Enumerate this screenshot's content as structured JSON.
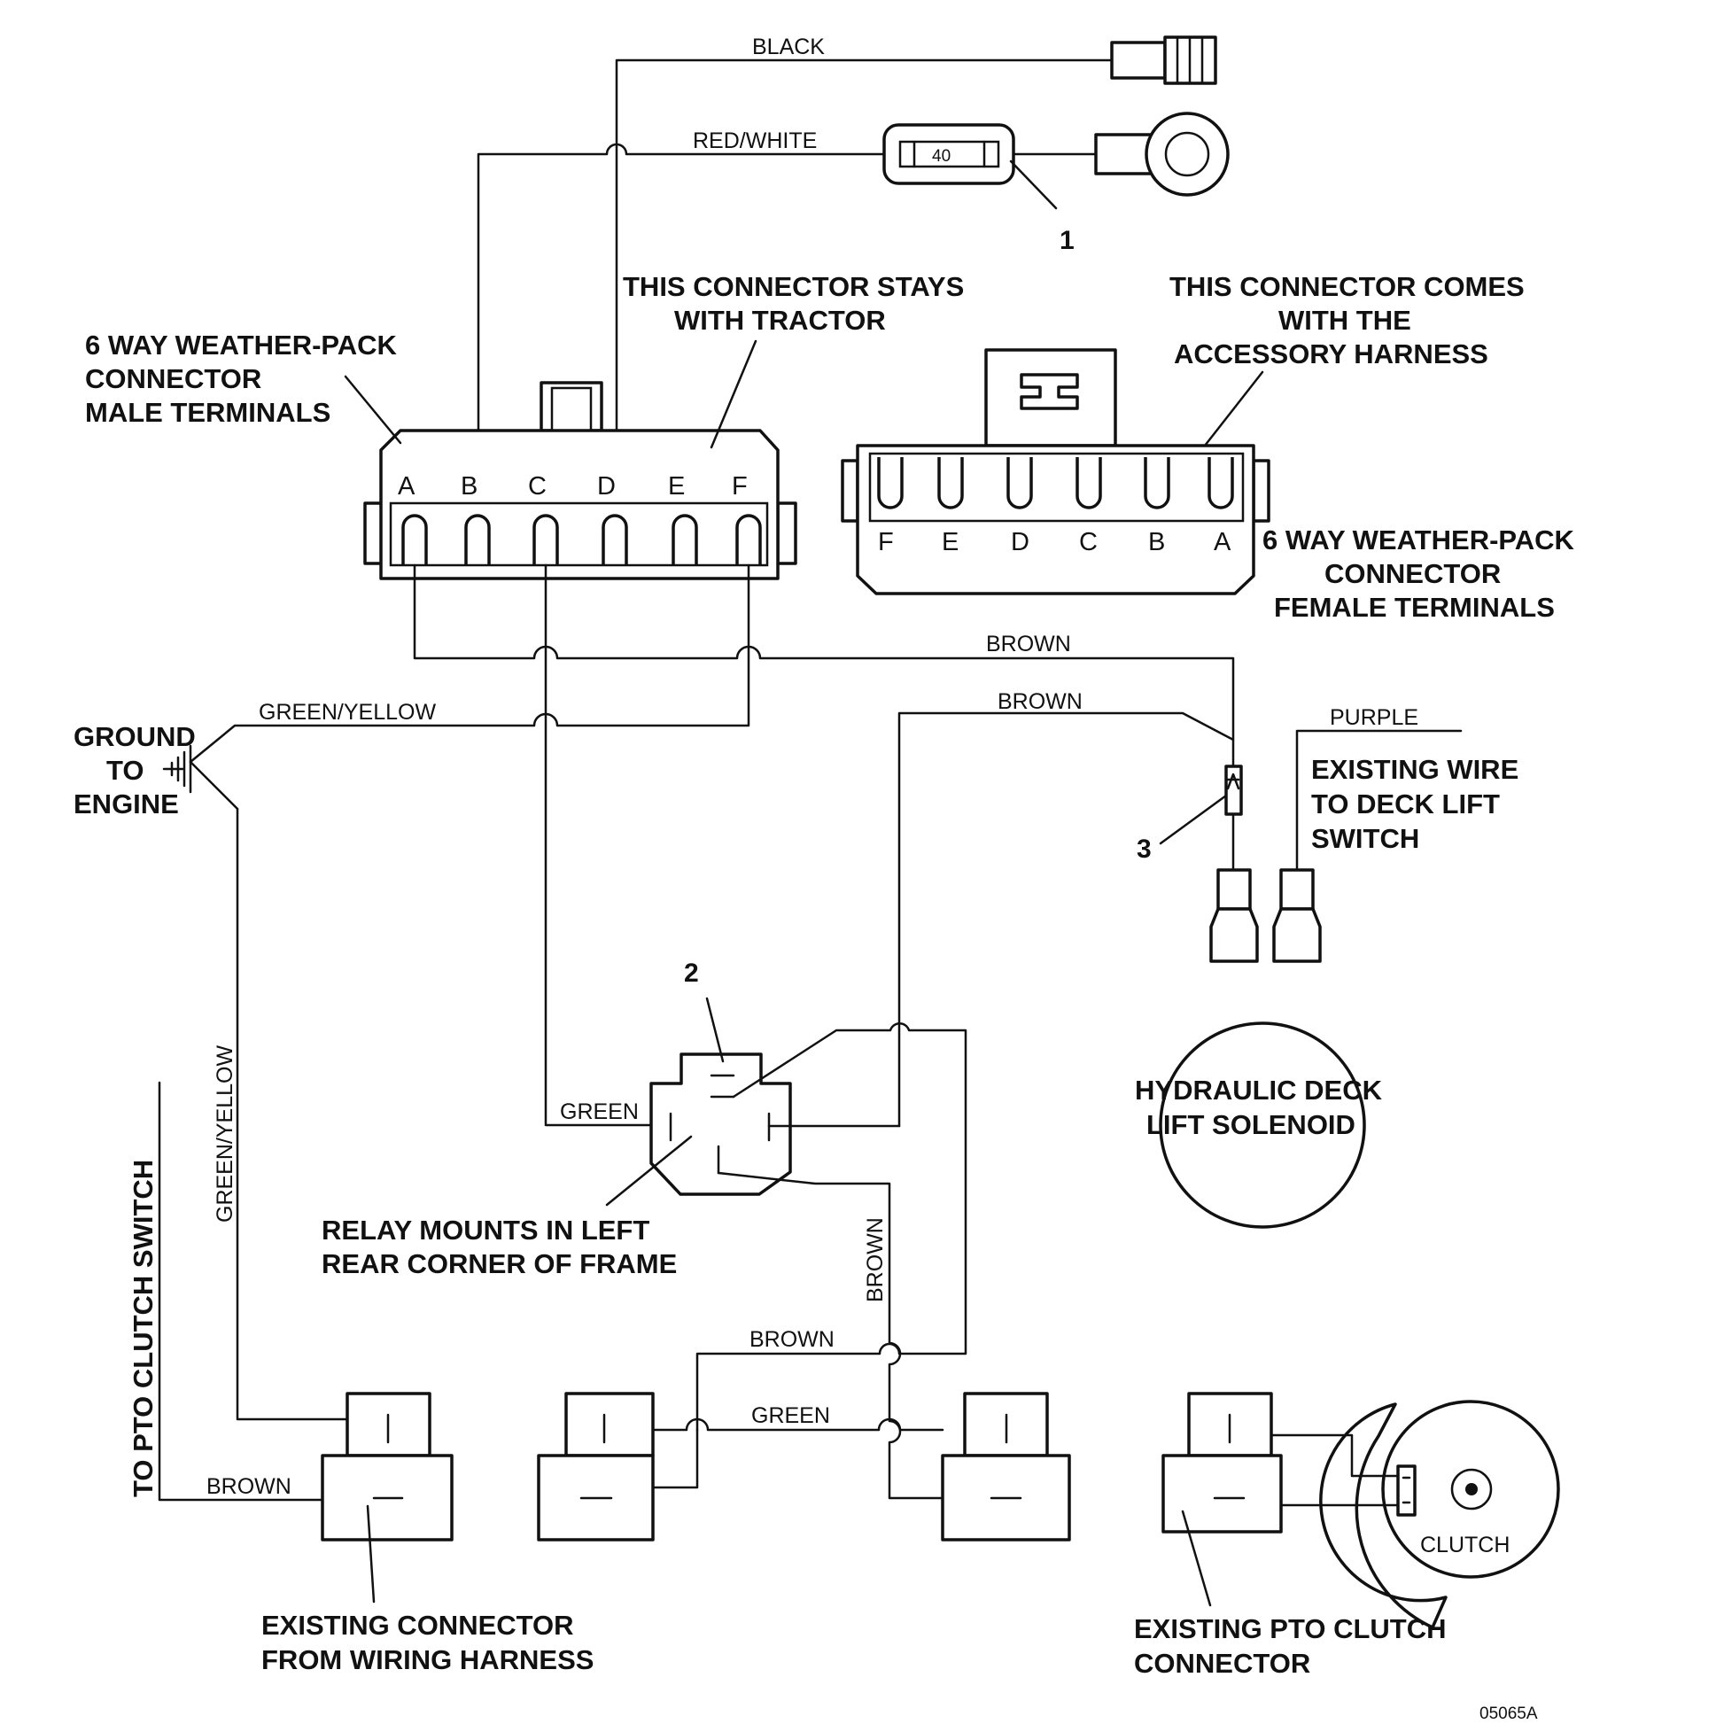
{
  "wires": {
    "black": "BLACK",
    "red_white": "RED/WHITE",
    "brown_top": "BROWN",
    "brown_mid": "BROWN",
    "purple": "PURPLE",
    "green_yellow_top": "GREEN/YELLOW",
    "green_yellow_vertical": "GREEN/YELLOW",
    "green_relay": "GREEN",
    "brown_vertical": "BROWN",
    "brown_bottom": "BROWN",
    "green_bottom": "GREEN",
    "brown_pto": "BROWN"
  },
  "fuse": {
    "rating": "40",
    "callout": "1"
  },
  "relay": {
    "callout": "2"
  },
  "diode": {
    "callout": "3"
  },
  "male_connector": {
    "label_lines": [
      "6 WAY WEATHER-PACK",
      "CONNECTOR",
      "MALE TERMINALS"
    ],
    "note_lines": [
      "THIS CONNECTOR STAYS",
      "WITH TRACTOR"
    ],
    "pins": [
      "A",
      "B",
      "C",
      "D",
      "E",
      "F"
    ]
  },
  "female_connector": {
    "label_lines": [
      "6 WAY WEATHER-PACK",
      "CONNECTOR",
      "FEMALE TERMINALS"
    ],
    "note_lines": [
      "THIS CONNECTOR COMES",
      "WITH THE",
      "ACCESSORY HARNESS"
    ],
    "pins": [
      "F",
      "E",
      "D",
      "C",
      "B",
      "A"
    ]
  },
  "ground": {
    "lines": [
      "GROUND",
      "TO",
      "ENGINE"
    ]
  },
  "deck_lift": {
    "lines": [
      "EXISTING WIRE",
      "TO DECK LIFT",
      "SWITCH"
    ]
  },
  "solenoid": {
    "lines": [
      "HYDRAULIC DECK",
      "LIFT SOLENOID"
    ]
  },
  "relay_note": {
    "lines": [
      "RELAY MOUNTS IN LEFT",
      "REAR CORNER OF FRAME"
    ]
  },
  "pto_switch": {
    "label": "TO PTO CLUTCH SWITCH"
  },
  "existing_connector": {
    "lines": [
      "EXISTING CONNECTOR",
      "FROM WIRING HARNESS"
    ]
  },
  "pto_connector": {
    "lines": [
      "EXISTING PTO CLUTCH",
      "CONNECTOR"
    ]
  },
  "clutch": {
    "label": "CLUTCH"
  },
  "figure_id": "05065A"
}
